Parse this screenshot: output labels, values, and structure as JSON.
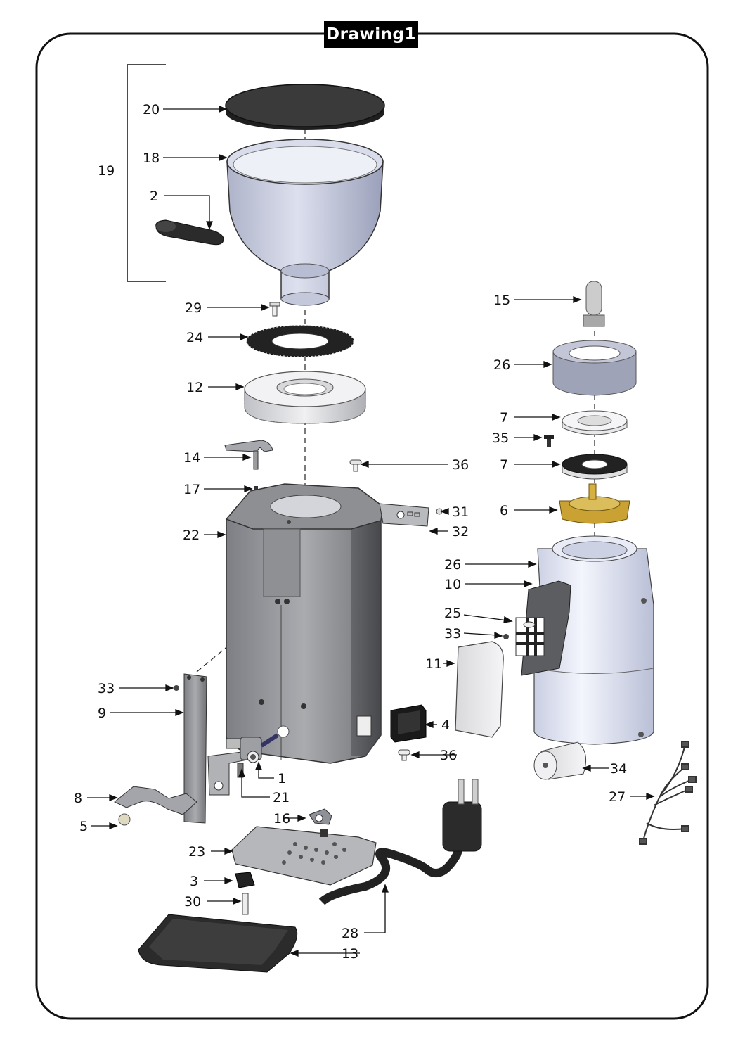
{
  "drawing": {
    "title": "Drawing1"
  },
  "callouts": {
    "c1": "1",
    "c2": "2",
    "c3": "3",
    "c4": "4",
    "c5": "5",
    "c6": "6",
    "c7a": "7",
    "c7b": "7",
    "c8": "8",
    "c9": "9",
    "c10": "10",
    "c11": "11",
    "c12": "12",
    "c13": "13",
    "c14": "14",
    "c15": "15",
    "c16": "16",
    "c17": "17",
    "c18": "18",
    "c19": "19",
    "c20": "20",
    "c21": "21",
    "c22": "22",
    "c23": "23",
    "c24": "24",
    "c25": "25",
    "c26a": "26",
    "c26b": "26",
    "c27": "27",
    "c28": "28",
    "c29": "29",
    "c30": "30",
    "c31": "31",
    "c32": "32",
    "c33a": "33",
    "c33b": "33",
    "c34": "34",
    "c35": "35",
    "c36a": "36",
    "c36b": "36"
  },
  "colors": {
    "frame": "#111111",
    "metal": "#9a9ca0",
    "metal_dark": "#6e7074",
    "hopper": "#c9cde0",
    "lid": "#3b3b3b",
    "motor_housing": "#eef1fb",
    "bronze": "#c9a233",
    "cover": "#ececec",
    "cable": "#2a2a2a"
  }
}
